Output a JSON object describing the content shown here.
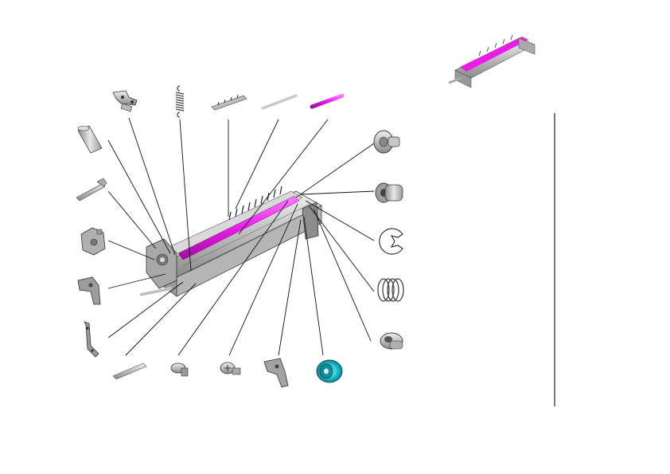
{
  "diagram": {
    "view": "exploded-parts",
    "assembly_name": "roller-assembly",
    "highlight_color": "#e81ee8",
    "accent_color": "#26c6d4",
    "line_color": "#1a1a1a",
    "metal_color": "#c8c8c8",
    "parts_count": 19
  }
}
